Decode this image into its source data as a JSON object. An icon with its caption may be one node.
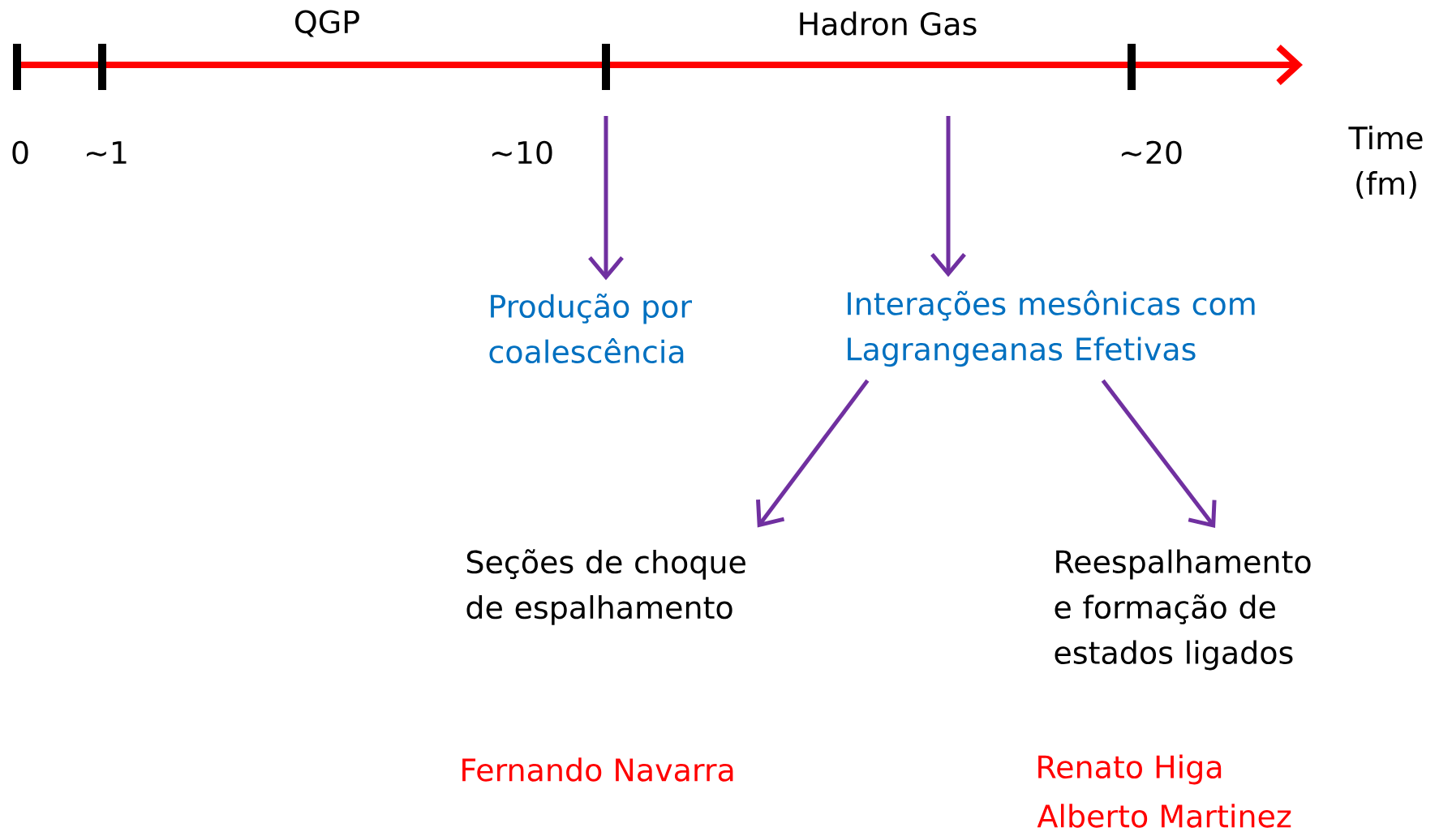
{
  "diagram": {
    "nodes": [
      {
        "text": [
          "Produção por coalescência"
        ]
      },
      {
        "text": [
          "Interações mesônicas com Lagrangeanas Efetivas"
        ]
      },
      {
        "text": [
          "Seções de choque de espalhamento"
        ]
      },
      {
        "text": [
          "Reespalhamento e formação de estados ligados"
        ]
      }
    ],
    "edges": [
      {
        "from": null,
        "to": 0,
        "arrow": "to"
      },
      {
        "from": null,
        "to": 1,
        "arrow": "to"
      },
      {
        "from": 1,
        "to": 2,
        "arrow": "to"
      },
      {
        "from": 1,
        "to": 3,
        "arrow": "to"
      }
    ],
    "labels": [
      "QGP",
      "Hadron Gas",
      "0",
      "~1",
      "~10",
      "~20",
      "Time (fm)",
      "Fernando Navarra",
      "Renato Higa",
      "Alberto Martinez"
    ]
  }
}
